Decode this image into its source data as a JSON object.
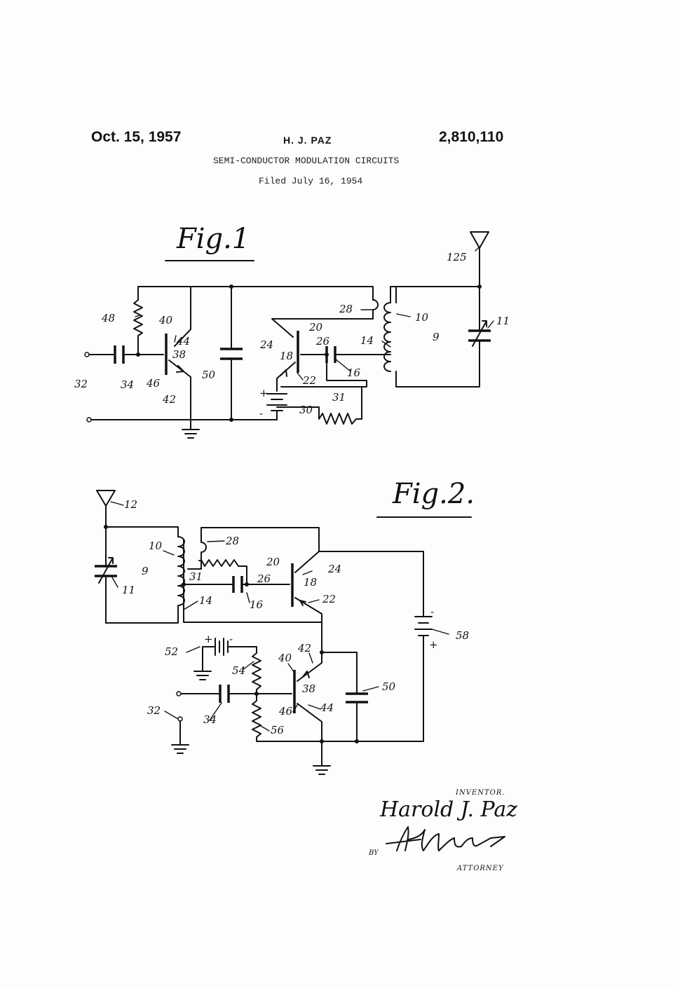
{
  "header": {
    "date": "Oct. 15, 1957",
    "inventor": "H. J. PAZ",
    "patent_number": "2,810,110",
    "title": "SEMI-CONDUCTOR MODULATION CIRCUITS",
    "filed": "Filed July 16, 1954"
  },
  "figures": {
    "fig1": {
      "title": "Fig.1",
      "labels": {
        "l125": "125",
        "l48": "48",
        "l40": "40",
        "l44": "44",
        "l38": "38",
        "l46": "46",
        "l42": "42",
        "l34": "34",
        "l32": "32",
        "l50": "50",
        "l28": "28",
        "l10": "10",
        "l11": "11",
        "l9": "9",
        "l20": "20",
        "l24": "24",
        "l26": "26",
        "l18": "18",
        "l14": "14",
        "l16": "16",
        "l22": "22",
        "l31": "31",
        "l30": "30",
        "plus": "+",
        "minus": "-"
      }
    },
    "fig2": {
      "title": "Fig.2.",
      "labels": {
        "l12": "12",
        "l28": "28",
        "l10": "10",
        "l20": "20",
        "l24": "24",
        "l31": "31",
        "l26": "26",
        "l18": "18",
        "l9": "9",
        "l14": "14",
        "l11": "11",
        "l16": "16",
        "l22": "22",
        "l58": "58",
        "l52": "52",
        "l54": "54",
        "l40": "40",
        "l42": "42",
        "l38": "38",
        "l50": "50",
        "l32": "32",
        "l34": "34",
        "l46": "46",
        "l44": "44",
        "l56": "56",
        "plus": "+",
        "minus": "-",
        "bplus": "+",
        "bminus": "-"
      }
    }
  },
  "signature": {
    "inventor_label": "INVENTOR.",
    "inventor_name": "Harold J. Paz",
    "by": "BY",
    "attorney_label": "ATTORNEY"
  }
}
